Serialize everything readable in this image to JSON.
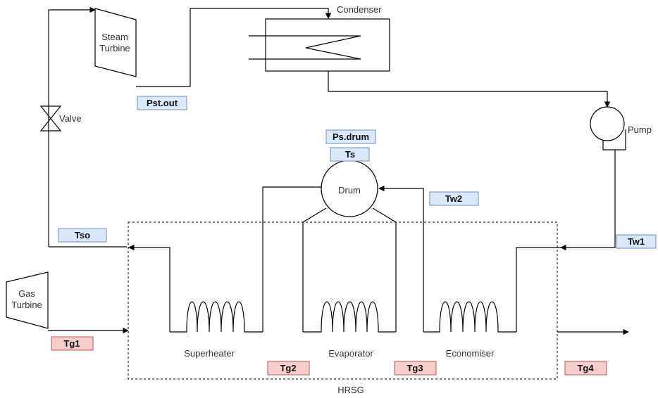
{
  "components": {
    "steam_turbine": "Steam\nTurbine",
    "condenser": "Condenser",
    "valve": "Valve",
    "pump": "Pump",
    "drum": "Drum",
    "gas_turbine": "Gas\nTurbine",
    "superheater": "Superheater",
    "evaporator": "Evaporator",
    "economiser": "Economiser",
    "hrsg": "HRSG"
  },
  "tags": {
    "pst_out": "Pst.out",
    "ps_drum": "Ps.drum",
    "ts": "Ts",
    "tw2": "Tw2",
    "tso": "Tso",
    "tw1": "Tw1",
    "tg1": "Tg1",
    "tg2": "Tg2",
    "tg3": "Tg3",
    "tg4": "Tg4"
  },
  "colors": {
    "blue_fill": "#dae8fc",
    "blue_stroke": "#6c8ebf",
    "red_fill": "#f8cecc",
    "red_stroke": "#b85450"
  }
}
